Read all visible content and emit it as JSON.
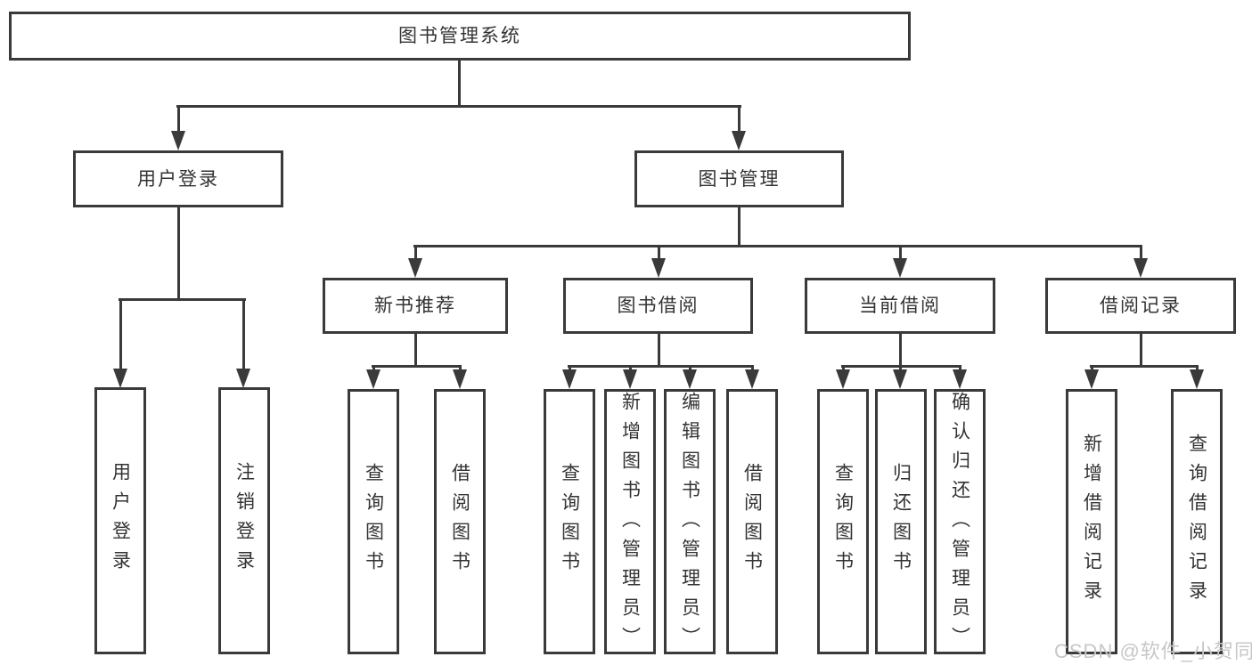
{
  "diagram": {
    "root": {
      "label": "图书管理系统"
    },
    "level2": [
      {
        "label": "用户登录"
      },
      {
        "label": "图书管理"
      }
    ],
    "level3": [
      {
        "label": "新书推荐"
      },
      {
        "label": "图书借阅"
      },
      {
        "label": "当前借阅"
      },
      {
        "label": "借阅记录"
      }
    ],
    "leaves": {
      "user_login": [
        "用户登录",
        "注销登录"
      ],
      "new_book": [
        "查询图书",
        "借阅图书"
      ],
      "book_borrow": [
        "查询图书",
        "新增图书（管理员）",
        "编辑图书（管理员）",
        "借阅图书"
      ],
      "current_borrow": [
        "查询图书",
        "归还图书",
        "确认归还（管理员）"
      ],
      "borrow_record": [
        "新增借阅记录",
        "查询借阅记录"
      ]
    }
  },
  "watermark": {
    "text": "CSDN @软件_小贺同学"
  },
  "colors": {
    "line": "#3a3a3a",
    "text": "#333333",
    "watermark": "#c7c7c7",
    "background": "#ffffff"
  }
}
